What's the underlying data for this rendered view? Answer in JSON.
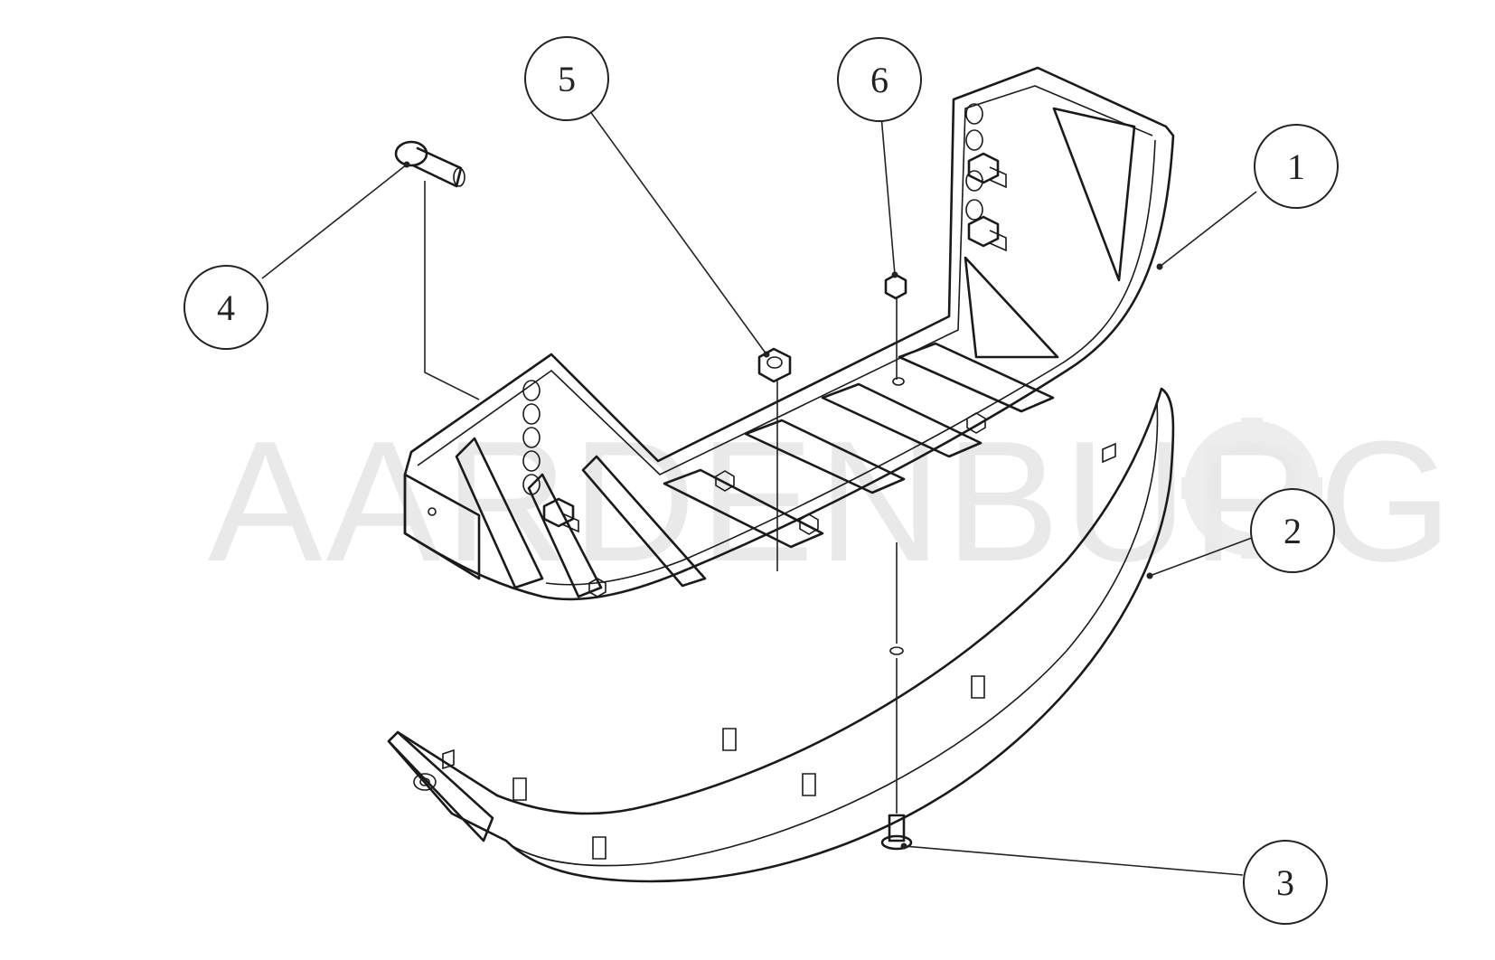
{
  "watermark": "AARDENBURG",
  "callouts": [
    {
      "id": "1",
      "label": "1"
    },
    {
      "id": "2",
      "label": "2"
    },
    {
      "id": "3",
      "label": "3"
    },
    {
      "id": "4",
      "label": "4"
    },
    {
      "id": "5",
      "label": "5"
    },
    {
      "id": "6",
      "label": "6"
    }
  ],
  "icons": {
    "watermark_gear": "gear-icon"
  }
}
